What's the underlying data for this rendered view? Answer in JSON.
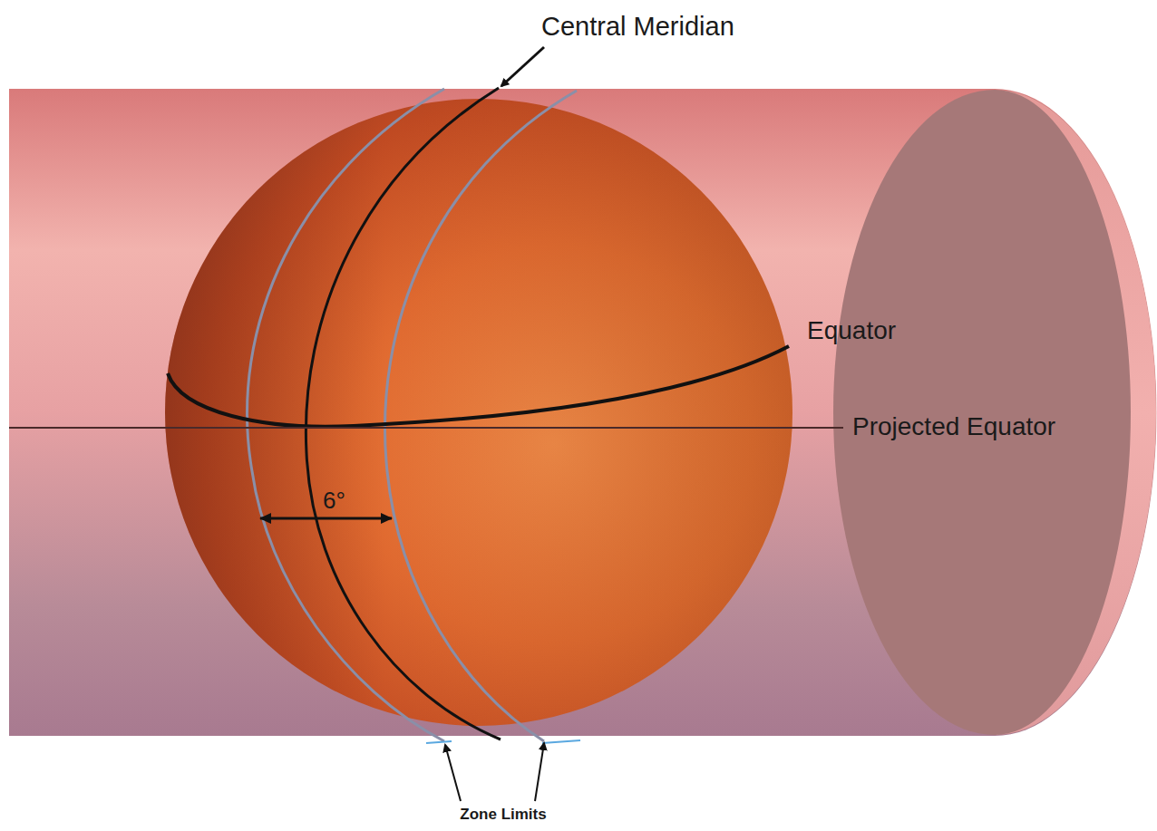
{
  "diagram": {
    "labels": [
      "Central Meridian",
      "Equator",
      "Projected Equator",
      "6°",
      "Zone Limits"
    ]
  }
}
